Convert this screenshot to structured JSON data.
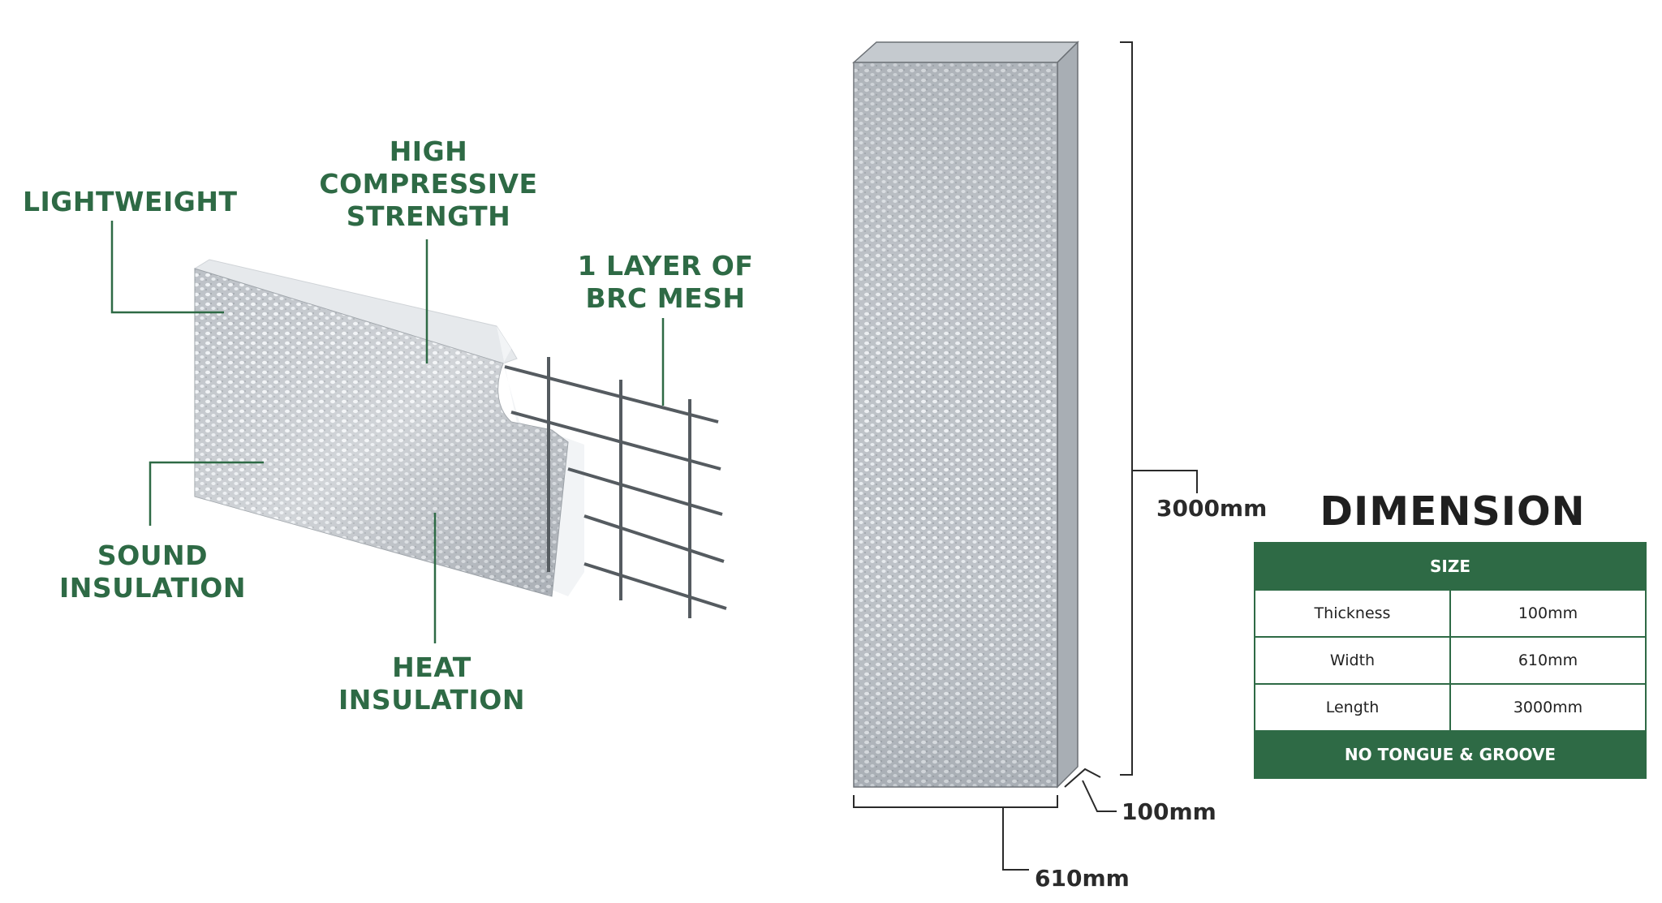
{
  "features": {
    "lightweight": "LIGHTWEIGHT",
    "compressive": [
      "HIGH",
      "COMPRESSIVE",
      "STRENGTH"
    ],
    "mesh": [
      "1 LAYER OF",
      "BRC MESH"
    ],
    "sound": [
      "SOUND",
      "INSULATION"
    ],
    "heat": [
      "HEAT",
      "INSULATION"
    ]
  },
  "dimensions": {
    "height": "3000mm",
    "thickness": "100mm",
    "width": "610mm"
  },
  "table": {
    "title": "DIMENSION",
    "header": "SIZE",
    "rows": [
      {
        "label": "Thickness",
        "value": "100mm"
      },
      {
        "label": "Width",
        "value": "610mm"
      },
      {
        "label": "Length",
        "value": "3000mm"
      }
    ],
    "footer": "NO TONGUE & GROOVE"
  },
  "colors": {
    "accent": "#2e6a45",
    "panel": "#c9ced4",
    "line": "#3a3a3a"
  }
}
